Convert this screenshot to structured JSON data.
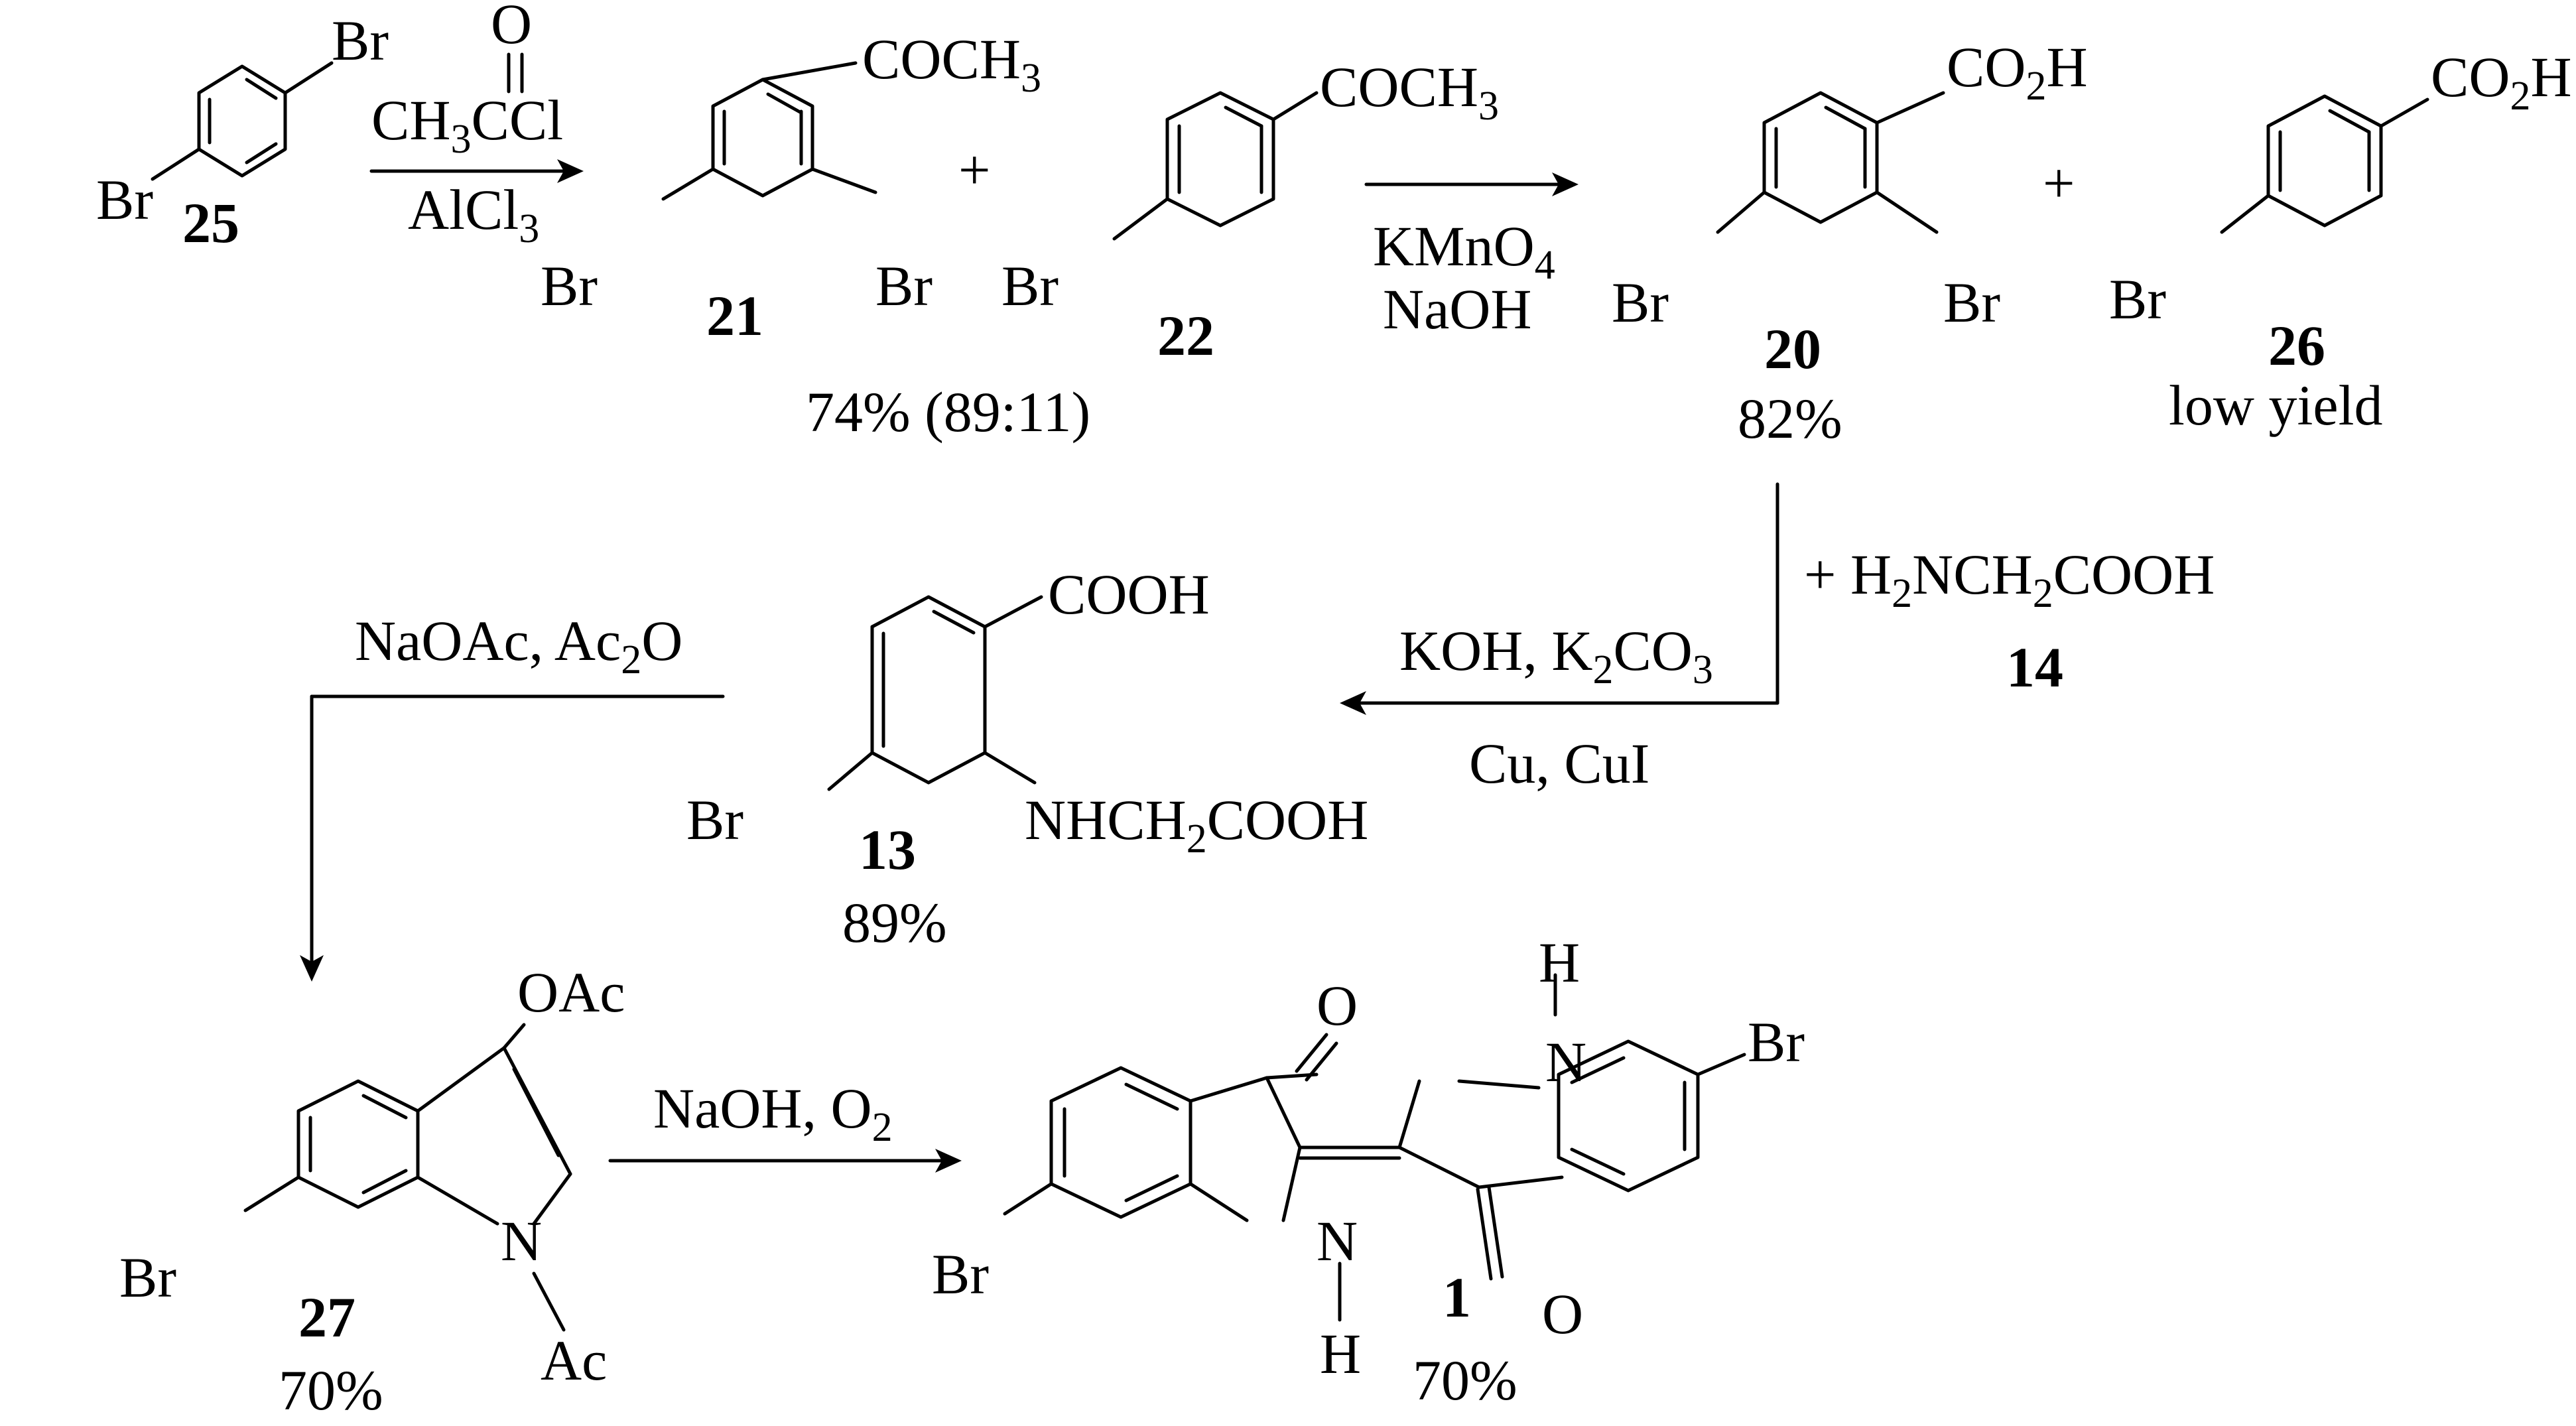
{
  "compounds": [
    {
      "id": "25",
      "substituents": [
        "Br",
        "Br"
      ]
    },
    {
      "id": "21",
      "substituents": [
        "COCH3",
        "Br",
        "Br"
      ],
      "group": "COCH",
      "group_sub": "3"
    },
    {
      "id": "22",
      "substituents": [
        "COCH3",
        "Br"
      ],
      "group": "COCH",
      "group_sub": "3"
    },
    {
      "id": "20",
      "substituents": [
        "CO2H",
        "Br",
        "Br"
      ],
      "group_pre": "CO",
      "group_sub": "2",
      "group_post": "H",
      "yield": "82%"
    },
    {
      "id": "26",
      "substituents": [
        "CO2H",
        "Br"
      ],
      "group_pre": "CO",
      "group_sub": "2",
      "group_post": "H",
      "note": "low yield"
    },
    {
      "id": "13",
      "substituents": [
        "COOH",
        "NHCH2COOH",
        "Br"
      ],
      "group": "COOH",
      "amine_pre": "NHCH",
      "amine_sub": "2",
      "amine_post": "COOH",
      "yield": "89%"
    },
    {
      "id": "27",
      "substituents": [
        "OAc",
        "Ac",
        "Br"
      ],
      "yield": "70%"
    },
    {
      "id": "1",
      "substituents": [
        "O",
        "O",
        "H",
        "H",
        "N",
        "N",
        "Br",
        "Br"
      ],
      "yield": "70%"
    },
    {
      "id": "14",
      "formula": "H2NCH2COOH"
    }
  ],
  "labels": {
    "br": "Br",
    "o": "O",
    "n": "N",
    "h": "H",
    "ac": "Ac",
    "oac": "OAc",
    "cl": "Cl",
    "plus": "+",
    "yield_21_22": "74% (89:11)",
    "n14_pre": "+ H",
    "n14_sub1": "2",
    "n14_mid": "NCH",
    "n14_sub2": "2",
    "n14_post": "COOH"
  },
  "reagents": {
    "step1": {
      "acyl_pre": "CH",
      "acyl_sub": "3",
      "acyl_post": "CCl",
      "acyl_o": "O",
      "catalyst_pre": "AlCl",
      "catalyst_sub": "3"
    },
    "step2": {
      "oxidant_pre": "KMnO",
      "oxidant_sub": "4",
      "base": "NaOH"
    },
    "step3": {
      "base_pre": "KOH, K",
      "base_sub1": "2",
      "base_mid": "CO",
      "base_sub2": "3",
      "catalyst": "Cu, CuI"
    },
    "step4": {
      "reagent_pre": "NaOAc, Ac",
      "reagent_sub": "2",
      "reagent_post": "O"
    },
    "step5": {
      "reagent_pre": "NaOH, O",
      "reagent_sub": "2"
    }
  }
}
